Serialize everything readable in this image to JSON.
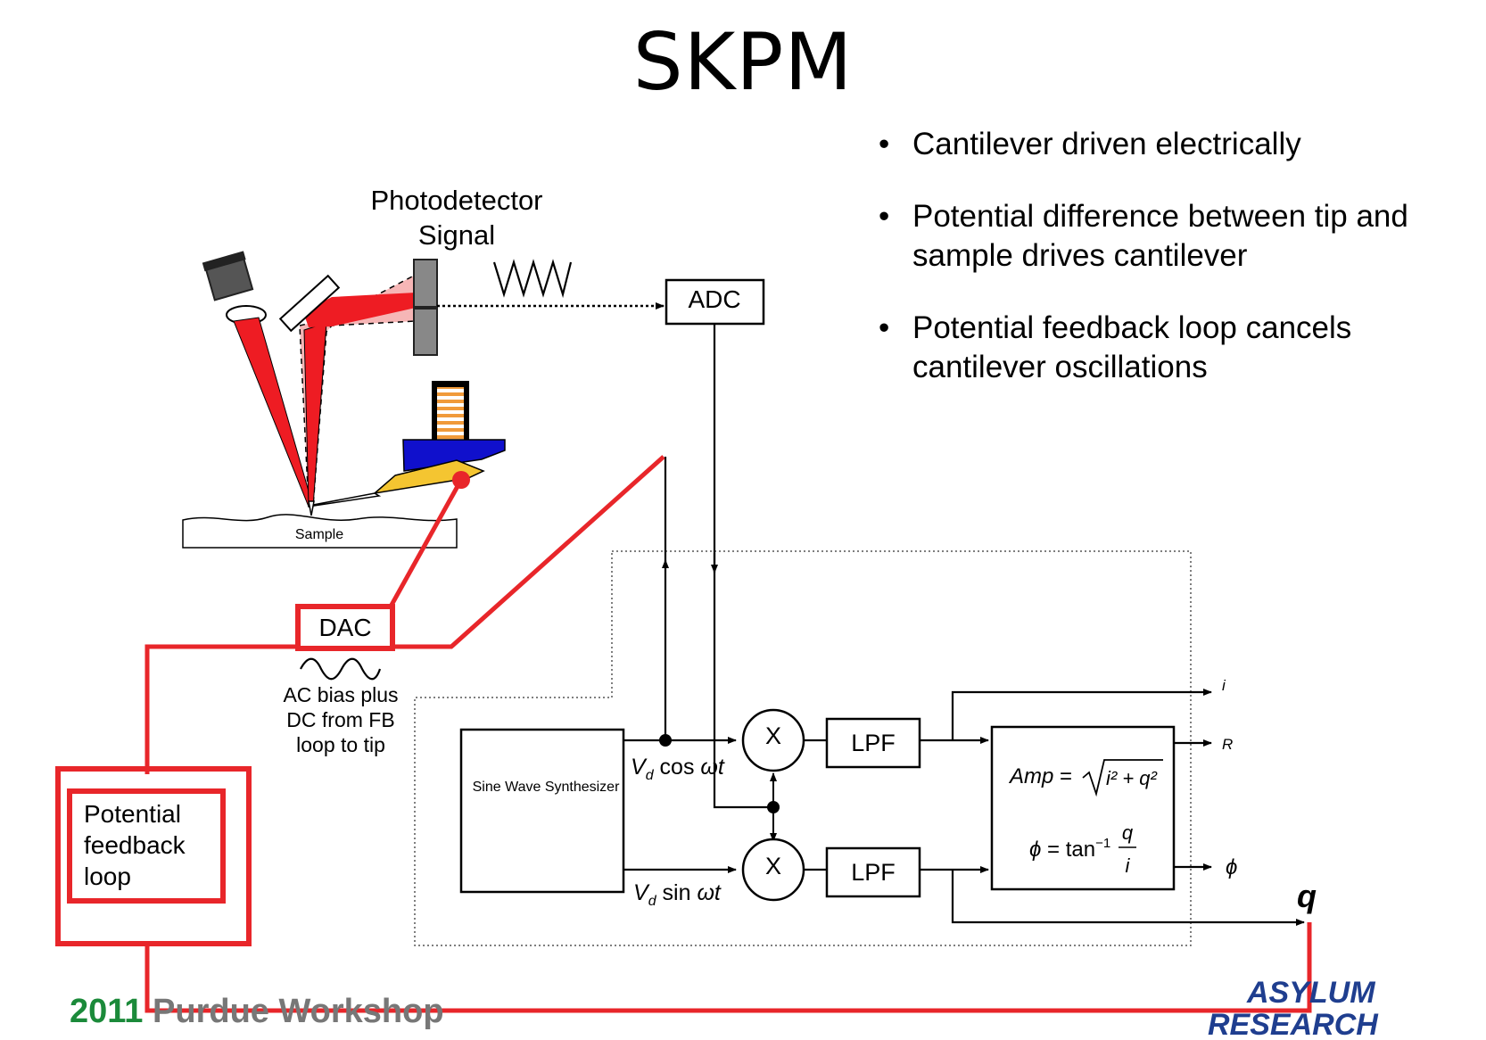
{
  "title": "SKPM",
  "bullets": [
    "Cantilever driven electrically",
    "Potential difference between tip and sample drives cantilever",
    "Potential feedback loop cancels cantilever oscillations"
  ],
  "bullet_marker": "•",
  "diagram": {
    "photodetector_line1": "Photodetector",
    "photodetector_line2": "Signal",
    "adc": "ADC",
    "dac": "DAC",
    "sample": "Sample",
    "ac_bias": [
      "AC bias plus",
      "DC from FB",
      "loop to tip"
    ],
    "feedback_loop": [
      "Potential",
      "feedback",
      "loop"
    ],
    "sine_synth": "Sine Wave Synthesizer",
    "cos_ref_var": "V",
    "cos_ref_sub": "d",
    "cos_ref_fn": " cos ",
    "cos_ref_arg": "ωt",
    "sin_ref_var": "V",
    "sin_ref_sub": "d",
    "sin_ref_fn": " sin ",
    "sin_ref_arg": "ωt",
    "mixer": "X",
    "lpf": "LPF",
    "amp_lhs": "Amp",
    "amp_eq": " = ",
    "amp_radicand": "i² + q²",
    "phase_lhs": "ϕ",
    "phase_eq": " = tan",
    "phase_exp": "−1",
    "phase_num": "q",
    "phase_den": "i",
    "out_i": "i",
    "out_r": "R",
    "out_phi": "ϕ",
    "out_q": "q"
  },
  "footer": {
    "year": "2011",
    "text": " Purdue Workshop"
  },
  "logo": {
    "line1": "ASYLUM",
    "line2": "RESEARCH"
  },
  "colors": {
    "loop_red": "#e8262a",
    "laser_red": "#ee1c23",
    "laser_pink": "#f6b6b6",
    "stage_blue": "#1010cc",
    "cantilever_yellow": "#f4c531",
    "footer_green": "#1b8a3a",
    "logo_blue": "#1f3e8f"
  }
}
